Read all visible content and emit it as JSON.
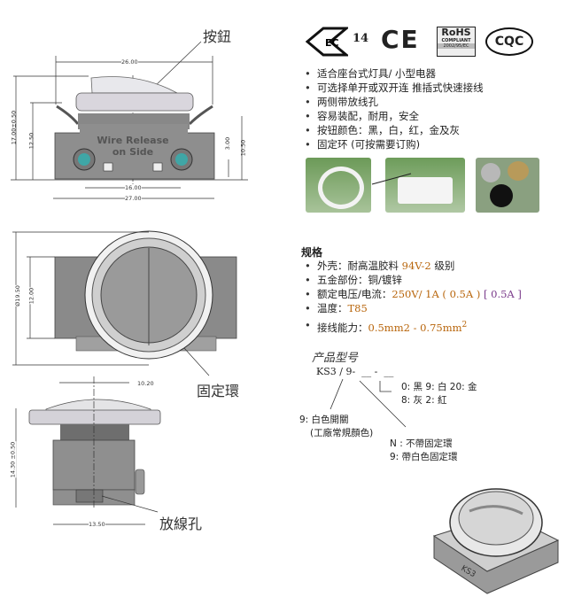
{
  "labels": {
    "button": "按鈕",
    "ring": "固定環",
    "wire_hole": "放線孔",
    "wire_release": "Wire Release",
    "on_side": "on Side"
  },
  "dims": {
    "d26": "26.00",
    "d17": "17.00±0.50",
    "d1250": "12.50",
    "d300": "3.00",
    "d1050": "10.50",
    "d16": "16.00",
    "d27": "27.00",
    "d1950": "Ø19.50",
    "d12": "12.00",
    "d1020": "10.20",
    "d1430": "14.30 ±0.50",
    "d1350": "13.50"
  },
  "certs": {
    "enec_num": "14",
    "ce": "CE",
    "rohs": "RoHS",
    "rohs_sub": "COMPLIANT",
    "rohs_code": "2002/95/EC",
    "cqc": "CQC"
  },
  "features": [
    "适合座台式灯具/ 小型电器",
    "可选择单开或双开连 推插式快速接线",
    "两侧带放线孔",
    "容易装配，耐用，安全",
    "按钮颜色：黑，白，红，金及灰",
    "固定环 (可按需要订购)"
  ],
  "specs": {
    "title": "规格",
    "items": [
      {
        "label": "外壳：耐高温胶料 ",
        "value": "94V-2",
        "tail": " 级别"
      },
      {
        "label": "五金部份：铜/镀锌",
        "value": "",
        "tail": ""
      },
      {
        "label": "额定电压/电流：",
        "value": "250V/ 1A ( 0.5A ) ",
        "tail": "[ 0.5A ]"
      },
      {
        "label": "温度：",
        "value": "T85",
        "tail": ""
      },
      {
        "label": "接线能力：",
        "value": "0.5mm2 - 0.75mm",
        "tail": "2"
      }
    ]
  },
  "model": {
    "title": "产品型号",
    "code": "KS3 / 9-  __ -  __",
    "colors_1": "0: 黑   9: 白   20: 金",
    "colors_2": "8: 灰   2: 紅",
    "switch_1": "9: 白色開關",
    "switch_2": "(工廠常規顏色)",
    "ring_1": "N : 不帶固定環",
    "ring_2": "9: 帶白色固定環"
  },
  "render_mark": "KS3"
}
